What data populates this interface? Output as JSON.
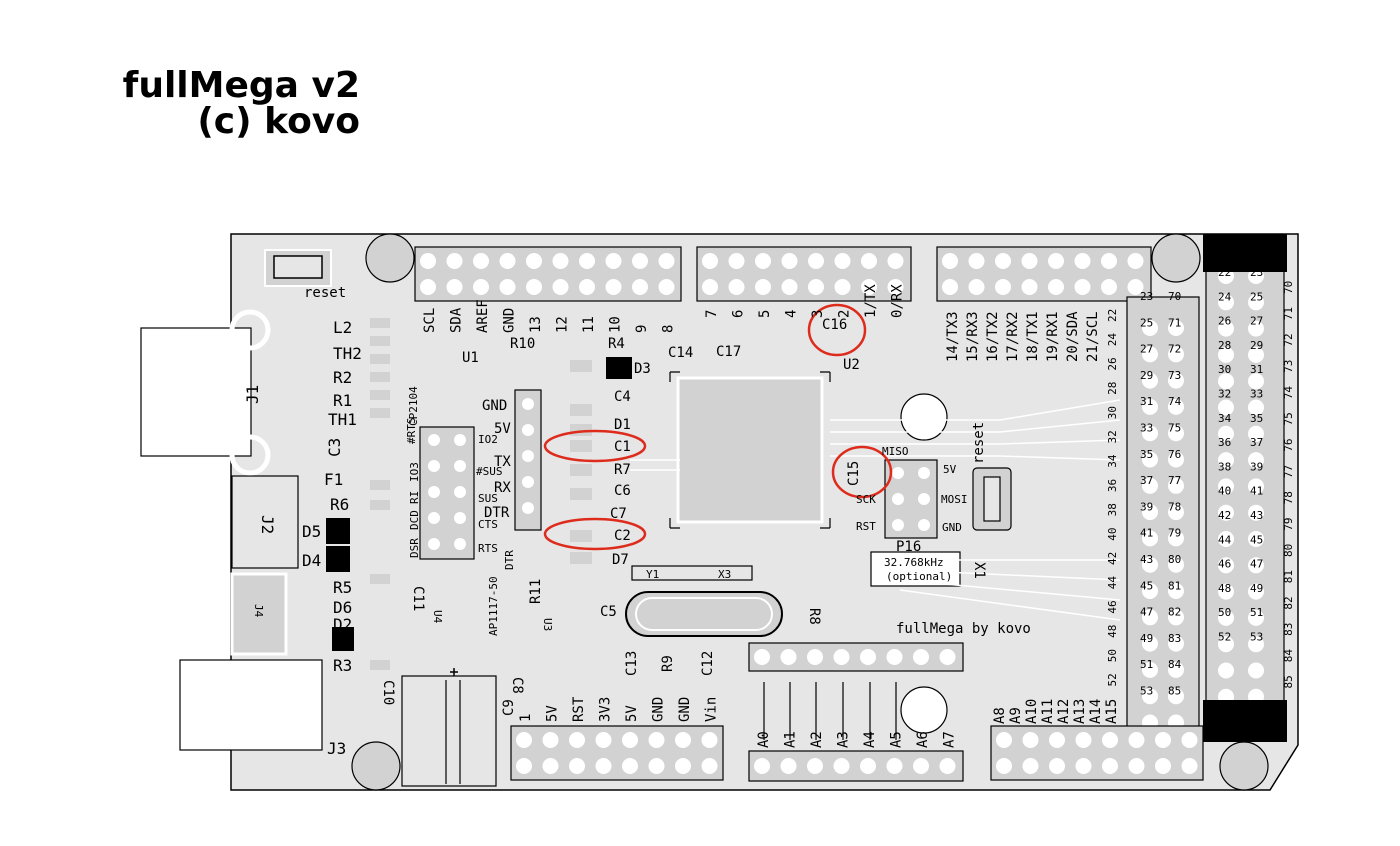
{
  "title": {
    "line1": "fullMega v2",
    "line2": "(c) kovo"
  },
  "colors": {
    "board": "#e6e6e6",
    "pad": "#d2d2d2",
    "pin": "#ffffff",
    "outline": "#000000",
    "highlight": "#dd2b1c"
  },
  "components": {
    "reset": "reset",
    "j1": "J1",
    "j2": "J2",
    "j3": "J3",
    "j4": "J4",
    "l2": "L2",
    "th2": "TH2",
    "r2": "R2",
    "r1": "R1",
    "th1": "TH1",
    "c3": "C3",
    "f1": "F1",
    "r6": "R6",
    "d5": "D5",
    "d4": "D4",
    "r5": "R5",
    "d6": "D6",
    "d2": "D2",
    "r3": "R3",
    "u1": "U1",
    "cp2104": "CP2104",
    "r10": "R10",
    "r4": "R4",
    "d3": "D3",
    "c4": "C4",
    "d1": "D1",
    "c1": "C1",
    "r7": "R7",
    "c6": "C6",
    "c7": "C7",
    "c2": "C2",
    "d7": "D7",
    "c14": "C14",
    "c17": "C17",
    "c16": "C16",
    "u2": "U2",
    "c15": "C15",
    "p16": "P16",
    "x1": "X1",
    "y1": "Y1",
    "x3": "X3",
    "c5": "C5",
    "r8": "R8",
    "c13": "C13",
    "r9": "R9",
    "c12": "C12",
    "r11": "R11",
    "u3": "U3",
    "u4": "U4",
    "c11": "C11",
    "c10": "C10",
    "c8": "C8",
    "c9": "C9",
    "ap1117": "AP1117-50",
    "dtr_small": "DTR",
    "reset_right": "reset"
  },
  "crystal": {
    "freq": "32.768kHz",
    "note": "(optional)"
  },
  "footer_text": "fullMega by kovo",
  "isp": {
    "miso": "MISO",
    "sck": "SCK",
    "rst": "RST",
    "v5": "5V",
    "mosi": "MOSI",
    "gnd": "GND"
  },
  "usb_pins": {
    "gnd": "GND",
    "v5": "5V",
    "tx": "TX",
    "rx": "RX",
    "dtr": "DTR"
  },
  "cp_pins": {
    "rts_top": "#RTS",
    "io2": "IO2",
    "sus_n": "#SUS",
    "sus": "SUS",
    "cts": "CTS",
    "rts": "RTS",
    "dsr": "DSR",
    "dcd": "DCD",
    "ri": "RI",
    "io3": "IO3"
  },
  "header_top_left": [
    "SCL",
    "SDA",
    "AREF",
    "GND",
    "13",
    "12",
    "11",
    "10",
    "9",
    "8"
  ],
  "header_top_mid": [
    "7",
    "6",
    "5",
    "4",
    "3",
    "2",
    "1/TX",
    "0/RX"
  ],
  "header_top_right": [
    "14/TX3",
    "15/RX3",
    "16/TX2",
    "17/RX2",
    "18/TX1",
    "19/RX1",
    "20/SDA",
    "21/SCL"
  ],
  "header_bottom_power": [
    "1",
    "5V",
    "RST",
    "3V3",
    "5V",
    "GND",
    "GND",
    "Vin"
  ],
  "header_bottom_analog": [
    "A0",
    "A1",
    "A2",
    "A3",
    "A4",
    "A5",
    "A6",
    "A7"
  ],
  "header_bottom_analog_high": [
    "A8",
    "A9",
    "A10",
    "A11",
    "A12",
    "A13",
    "A14",
    "A15"
  ],
  "right_col_a": [
    "23",
    "25",
    "27",
    "29",
    "31",
    "33",
    "35",
    "37",
    "39",
    "41",
    "43",
    "45",
    "47",
    "49",
    "51",
    "53"
  ],
  "right_col_b": [
    "70",
    "71",
    "72",
    "73",
    "74",
    "75",
    "76",
    "77",
    "78",
    "79",
    "80",
    "81",
    "82",
    "83",
    "84",
    "85"
  ],
  "right_col_c": [
    "22",
    "24",
    "26",
    "28",
    "30",
    "32",
    "34",
    "36",
    "38",
    "40",
    "42",
    "44",
    "46",
    "48",
    "50",
    "52"
  ],
  "right_grid_left": [
    "22",
    "24",
    "26",
    "28",
    "30",
    "32",
    "34",
    "36",
    "38",
    "40",
    "42",
    "44",
    "46",
    "48",
    "50",
    "52"
  ],
  "right_grid_right": [
    "23",
    "25",
    "27",
    "29",
    "31",
    "33",
    "35",
    "37",
    "39",
    "41",
    "43",
    "45",
    "47",
    "49",
    "51",
    "53"
  ],
  "far_right_col": [
    "70",
    "71",
    "72",
    "73",
    "74",
    "75",
    "76",
    "77",
    "78",
    "79",
    "80",
    "81",
    "82",
    "83",
    "84",
    "85"
  ]
}
